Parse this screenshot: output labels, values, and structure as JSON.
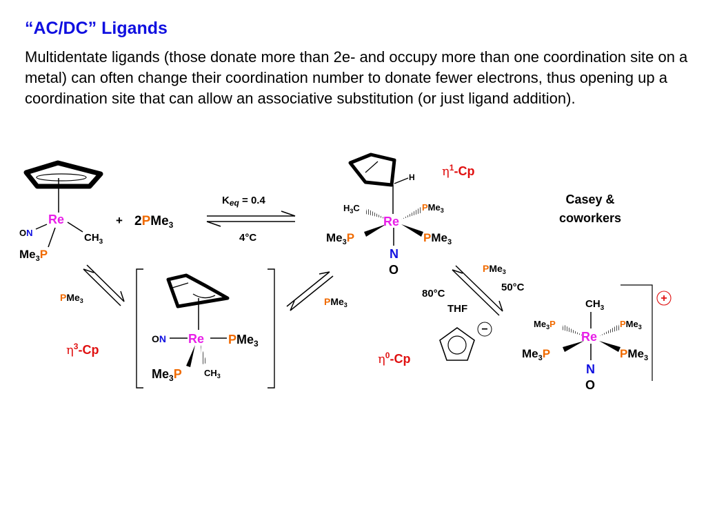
{
  "slide": {
    "title": "“AC/DC” Ligands",
    "body": "Multidentate ligands (those donate more than 2e- and occupy more than one coordination site on a metal) can often change their coordination number to donate fewer electrons, thus opening up a coordination site that can allow an associative substitution (or just ligand addition)."
  },
  "symbols": {
    "re": "Re",
    "n": "N",
    "o": "O",
    "on": "ON",
    "p": "P",
    "me": "Me",
    "me3": "Me3",
    "c": "C",
    "h": "H",
    "h3": "H3",
    "ch3": "CH3",
    "ch": "CH",
    "sub3": "3",
    "pme3": "PMe3",
    "eta": "η"
  },
  "reaction": {
    "plus": "+",
    "coefficient": "2",
    "keq_k": "K",
    "keq_sub": "eq",
    "keq_value": " = 0.4",
    "temp_4": "4°C",
    "temp_80": "80°C",
    "temp_50": "50°C",
    "solvent": "THF",
    "credit_line1": "Casey &",
    "credit_line2": "coworkers"
  },
  "hapticity": {
    "eta1": {
      "sup": "1",
      "suffix": "-Cp"
    },
    "eta3": {
      "sup": "3",
      "suffix": "-Cp"
    },
    "eta0": {
      "sup": "0",
      "suffix": "-Cp"
    }
  },
  "charges": {
    "minus": "−",
    "plus": "+"
  },
  "colors": {
    "title": "#1010e0",
    "rhenium": "#e81ee8",
    "nitrogen": "#1010e0",
    "phosphorus": "#f06a00",
    "hapticity": "#e01010",
    "text": "#000000"
  }
}
